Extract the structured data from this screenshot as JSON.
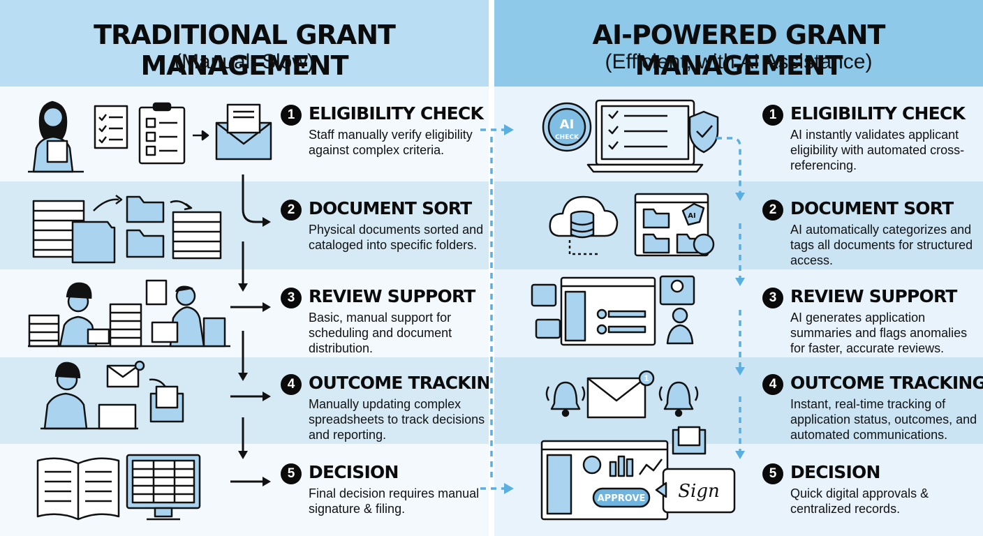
{
  "traditional": {
    "title": "TRADITIONAL GRANT MANAGEMENT",
    "subtitle": "(Manual, Slow)",
    "steps": [
      {
        "num": "1",
        "title": "ELIGIBILITY CHECK",
        "desc": "Staff manually verify eligibility against complex criteria."
      },
      {
        "num": "2",
        "title": "DOCUMENT SORT",
        "desc": "Physical documents sorted and cataloged into specific folders."
      },
      {
        "num": "3",
        "title": "REVIEW SUPPORT",
        "desc": "Basic, manual support for scheduling and document distribution."
      },
      {
        "num": "4",
        "title": "OUTCOME TRACKING",
        "desc": "Manually updating complex spreadsheets to track decisions and reporting."
      },
      {
        "num": "5",
        "title": "DECISION",
        "desc": "Final decision requires manual signature & filing."
      }
    ]
  },
  "ai": {
    "title": "AI-POWERED GRANT MANAGEMENT",
    "subtitle": "(Efficient, with AI Assistance)",
    "steps": [
      {
        "num": "1",
        "title": "ELIGIBILITY CHECK",
        "desc": "AI instantly validates applicant eligibility with automated cross-referencing."
      },
      {
        "num": "2",
        "title": "DOCUMENT SORT",
        "desc": "AI automatically categorizes and tags all documents for structured access."
      },
      {
        "num": "3",
        "title": "REVIEW SUPPORT",
        "desc": "AI generates application summaries and flags anomalies for faster, accurate reviews."
      },
      {
        "num": "4",
        "title": "OUTCOME TRACKING",
        "desc": "Instant, real-time tracking of application status, outcomes, and automated communications."
      },
      {
        "num": "5",
        "title": "DECISION",
        "desc": "Quick digital approvals & centralized records."
      }
    ]
  },
  "icons": {
    "ai_badge_top": "AI",
    "ai_badge_bottom": "CHECK",
    "ai_tag": "AI",
    "approve_button": "APPROVE",
    "signature": "Sign",
    "notification_count": "1"
  }
}
